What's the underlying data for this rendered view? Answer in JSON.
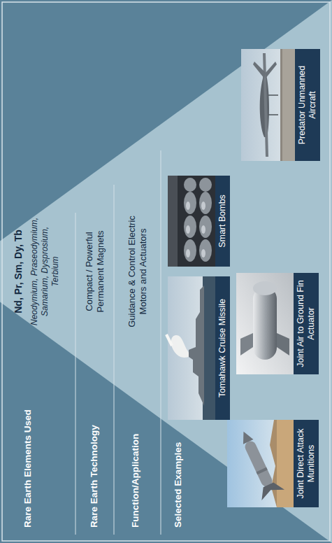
{
  "diagram": {
    "nodes": [
      {
        "text": [
          "Nd, Pr, Sm, Dy, Tb",
          "Neodymium, Praseodymium, Samarium, Dysprosium, Terbium",
          "Compact / Powerful Permanent Magnets",
          "Guidance & Control Electric Motors and Actuators"
        ]
      },
      {
        "text": [
          "Joint Direct Attack Munitions"
        ],
        "in": 0
      },
      {
        "text": [
          "Tomahawk Cruise Missile"
        ],
        "in": 0
      },
      {
        "text": [
          "Joint Air to Ground Fin Actuator"
        ],
        "in": 0
      },
      {
        "text": [
          "Smart Bombs"
        ],
        "in": 0
      },
      {
        "text": [
          "Predator Unmanned Aircraft"
        ],
        "in": 0
      }
    ],
    "labels": [
      "Rare Earth Elements Used",
      "Rare Earth Technology",
      "Function/Application",
      "Selected Examples"
    ]
  }
}
